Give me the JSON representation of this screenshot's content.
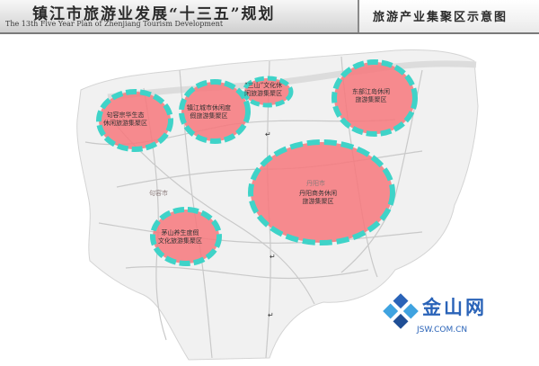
{
  "header": {
    "title": "镇江市旅游业发展“十三五”规划",
    "subtitle": "The 13th Five Year Plan of Zhenjiang Tourism Development",
    "section": "旅游产业集聚区示意图"
  },
  "zones": [
    {
      "id": "jurong",
      "line1": "句容宗华生态",
      "line2": "休闲旅游集聚区"
    },
    {
      "id": "zhenjiang-city",
      "line1": "镇江城市休闲度",
      "line2": "假旅游集聚区"
    },
    {
      "id": "sanshan",
      "line1": "“三山”文化休",
      "line2": "闲旅游集聚区"
    },
    {
      "id": "changjiang",
      "line1": "东部江岛休闲",
      "line2": "旅游集聚区"
    },
    {
      "id": "danyang",
      "line1": "丹阳商务休闲",
      "line2": "旅游集聚区"
    },
    {
      "id": "maoshan",
      "line1": "茅山养生度假",
      "line2": "文化旅游集聚区"
    }
  ],
  "places": {
    "danyang": "丹阳市",
    "jurong": "句容市"
  },
  "paragraph_mark": "↵",
  "logo": {
    "name": "金山网",
    "url": "JSW.COM.CN"
  },
  "colors": {
    "zone_fill": "#f7787c",
    "zone_border": "#3fd3c8",
    "road": "#c9c9c9",
    "land": "#f1f1f1"
  }
}
